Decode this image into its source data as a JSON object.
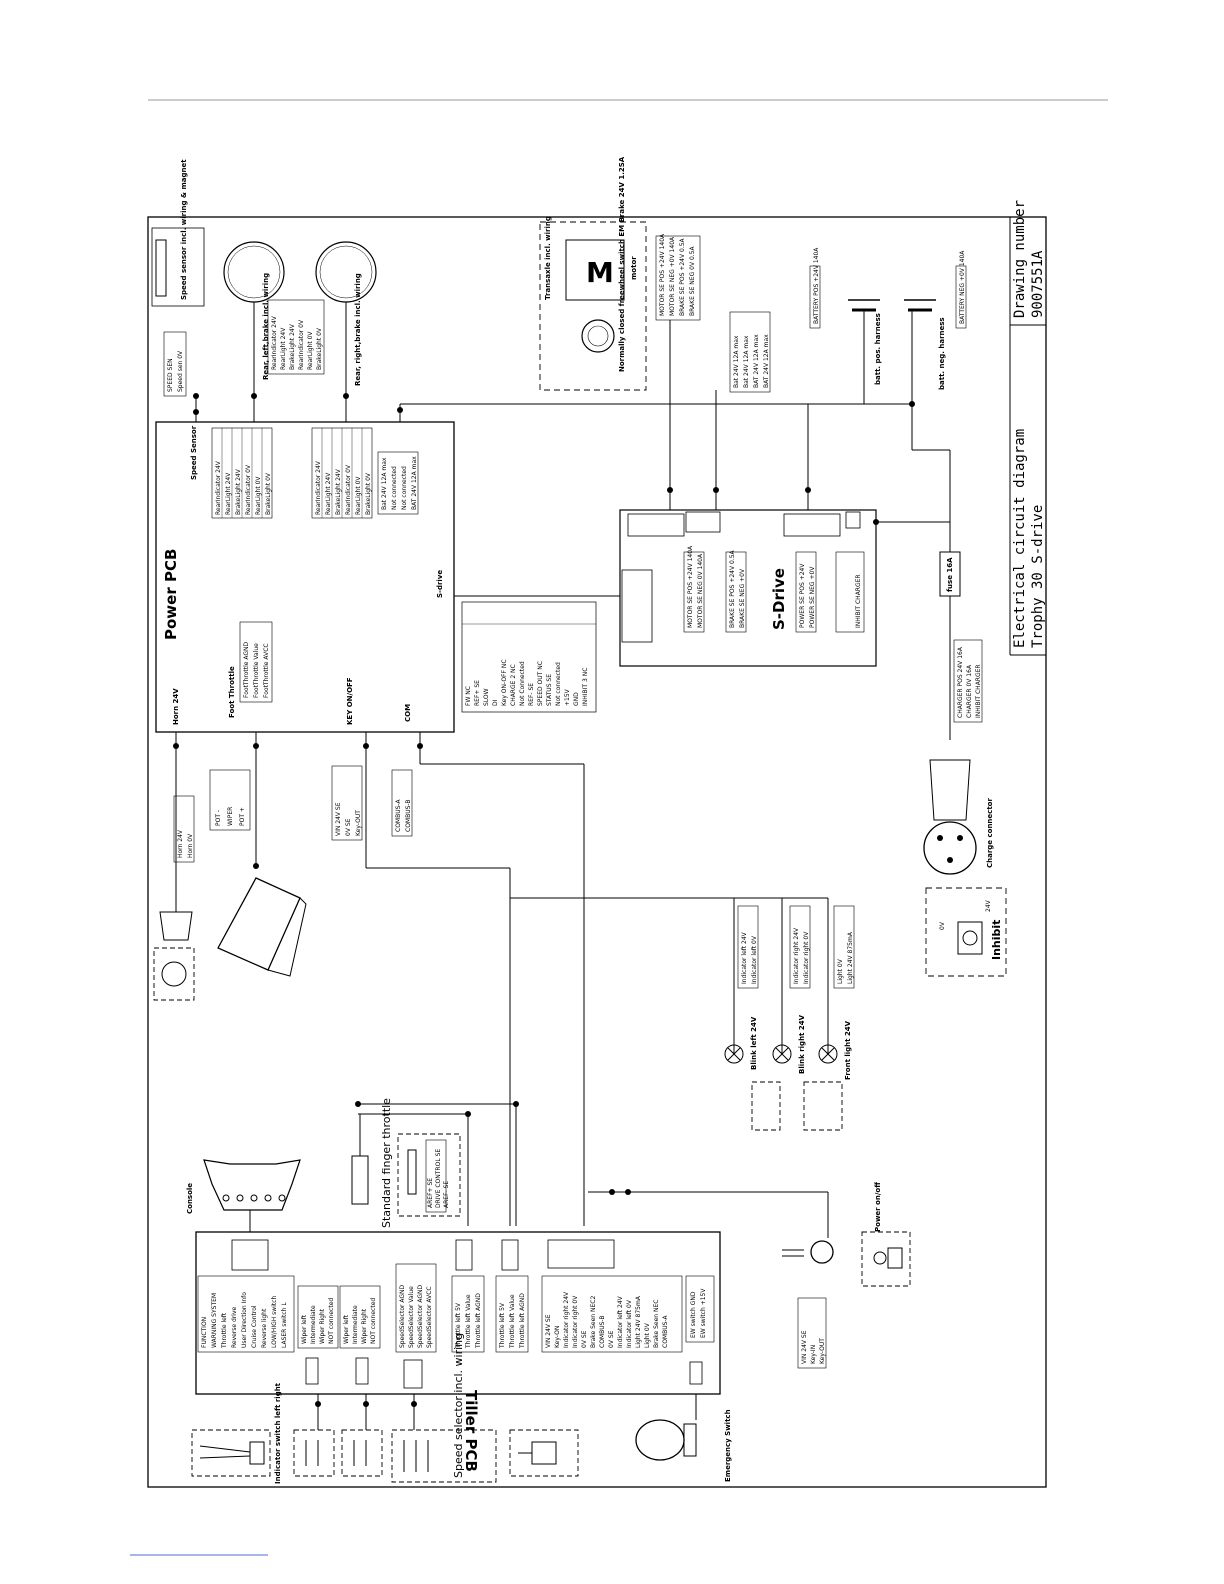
{
  "title_block": {
    "drawing_number_label": "Drawing number",
    "drawing_number": "9007551A",
    "diagram_title": "Electrical circuit diagram",
    "diagram_subtitle": "Trophy 30 S-drive"
  },
  "boards": {
    "power_pcb": "Power PCB",
    "s_drive": "S-Drive",
    "tiller_pcb": "Tiller PCB"
  },
  "power_pcb_labels": {
    "speed_sensor": "Speed Sensor",
    "horn": "Horn 24V",
    "foot_throttle": "Foot Throttle",
    "key_onoff": "KEY ON/OFF",
    "com": "COM",
    "s_drive": "S-drive"
  },
  "components": {
    "speed_sensor": "Speed sensor incl. wiring & magnet",
    "rear_left": "Rear, left,brake incl. wiring",
    "rear_right": "Rear, right,brake incl. wiring",
    "transaxle": "Transaxle incl. wiring",
    "motor": "motor",
    "brake": "Normally closed freewheel switch EM Brake 24V 1.2SA",
    "batt_pos": "batt. pos. harness",
    "batt_neg": "batt. neg. harness",
    "fuse": "fuse 16A",
    "charge_connector": "Charge connector",
    "inhibit": "Inhibit",
    "console": "Console",
    "finger_throttle": "Standard finger throttle",
    "blink_left": "Blink left 24V",
    "blink_right": "Blink right 24V",
    "front_light": "Front light 24V",
    "power_onoff": "Power on/off",
    "emergency": "Emergency Switch",
    "indicator_switch": "Indicator switch left right",
    "speed_selector": "Speed selector incl. wiring",
    "motor_symbol": "M",
    "inhibit_0v": "0V",
    "inhibit_24v": "24V"
  },
  "tables": {
    "speed_sensor_out": [
      "SPEED SEN",
      "Speed sen 0V"
    ],
    "rear_left_wiring": [
      "RearIndicator 24V",
      "RearLight 24V",
      "BrakeLight 24V",
      "RearIndicator 0V",
      "RearLight 0V",
      "BrakeLight 0V"
    ],
    "rear_right_wiring": [
      "RearIndicator 24V",
      "RearLight 24V",
      "BrakeLight 24V",
      "RearIndicator 0V",
      "RearLight 0V",
      "BrakeLight 0V"
    ],
    "power_com": [
      "Bat 24V 12A max",
      "Not connected",
      "Not connected",
      "BAT 24V 12A max"
    ],
    "sdrive_signals": [
      "FW NC",
      "REF+ SE",
      "SLOW",
      "DI",
      "Key ON-OFF NC",
      "CHARGE 2 NC",
      "Not Connected",
      "REF- SE",
      "SPEED OUT NC",
      "STATUS SE",
      "Not connected",
      "+15V",
      "GND",
      "INHIBIT 3 NC"
    ],
    "foot_throttle": [
      "FootThrottle AGND",
      "FootThrottle Value",
      "FootThrottle AVCC"
    ],
    "pot": [
      "POT -",
      "WIPER",
      "POT +"
    ],
    "horn": [
      "Horn 24V",
      "Horn 0V"
    ],
    "key": [
      "VIN 24V SE",
      "0V SE",
      "Key-OUT"
    ],
    "com_bus": [
      "COMBUS-A",
      "COMBUS-B"
    ],
    "motor_wires": [
      "MOTOR SE POS +24V 140A",
      "MOTOR SE NEG +0V 140A",
      "BRAKE SE POS +24V 0.5A",
      "BRAKE SE NEG 0V 0.5A"
    ],
    "sdrive_motor": [
      "MOTOR SE POS +24V 140A",
      "MOTOR SE NEG 0V 140A"
    ],
    "sdrive_brake": [
      "BRAKE SE POS +24V 0.5A",
      "BRAKE SE NEG +0V"
    ],
    "sdrive_power": [
      "POWER SE POS +24V",
      "POWER SE NEG +0V"
    ],
    "sdrive_inhibit": [
      "INHIBIT CHARGER"
    ],
    "charger": [
      "CHARGER POS 24V 16A",
      "CHARGER 0V 16A",
      "INHIBIT CHARGER"
    ],
    "bat_out": [
      "Bat 24V 12A max",
      "Bat 24V 12A max",
      "BAT 24V 12A max",
      "BAT 24V 12A max"
    ],
    "battery_pos": [
      "BATTERY POS +24V 140A"
    ],
    "battery_neg": [
      "BATTERY NEG +0V 140A"
    ],
    "blink_left": [
      "Indicator left 24V",
      "Indicator left 0V"
    ],
    "blink_right": [
      "Indicator right 24V",
      "Indicator right 0V"
    ],
    "front_light": [
      "Light 0V",
      "Light 24V 875mA"
    ],
    "tiller_switches": [
      "FUNCTION",
      "WARNING SYSTEM",
      "Throttle left",
      "Reverse drive",
      "User Direction Info",
      "Cruise Control",
      "Reverse light",
      "LOW/HIGH switch",
      "LASER switch L"
    ],
    "wiper": [
      "Wiper left",
      "Intermediate",
      "Wiper Right",
      "NOT connected"
    ],
    "wiper2": [
      "Wiper left",
      "Intermediate",
      "Wiper Right",
      "NOT connected"
    ],
    "speed_selector": [
      "SpeedSelector AGND",
      "SpeedSelector Value",
      "SpeedSelector AGND",
      "SpeedSelector AVCC"
    ],
    "throttle_left": [
      "Throttle left 5V",
      "Throttle left Value",
      "Throttle left AGND"
    ],
    "throttle_right": [
      "Throttle left 5V",
      "Throttle left Value",
      "Throttle left AGND"
    ],
    "tiller_main": [
      "VIN 24V SE",
      "Key-ON",
      "Indicator right 24V",
      "Indicator right 0V",
      "0V SE",
      "Brake Seen NEC2",
      "COMBUS-B",
      "0V SE",
      "Indicator left 24V",
      "Indicator left 0V",
      "Light 24V 875mA",
      "Light 0V",
      "Brake Seen NEC",
      "COMBUS-A"
    ],
    "ew_switch": [
      "EW switch GND",
      "EW switch +15V"
    ],
    "finger": [
      "AREF+ SE",
      "DRIVE CONTROL SE",
      "AREF- SE"
    ],
    "power_switch": [
      "VIN 24V SE",
      "Key-IN",
      "Key-OUT"
    ]
  }
}
